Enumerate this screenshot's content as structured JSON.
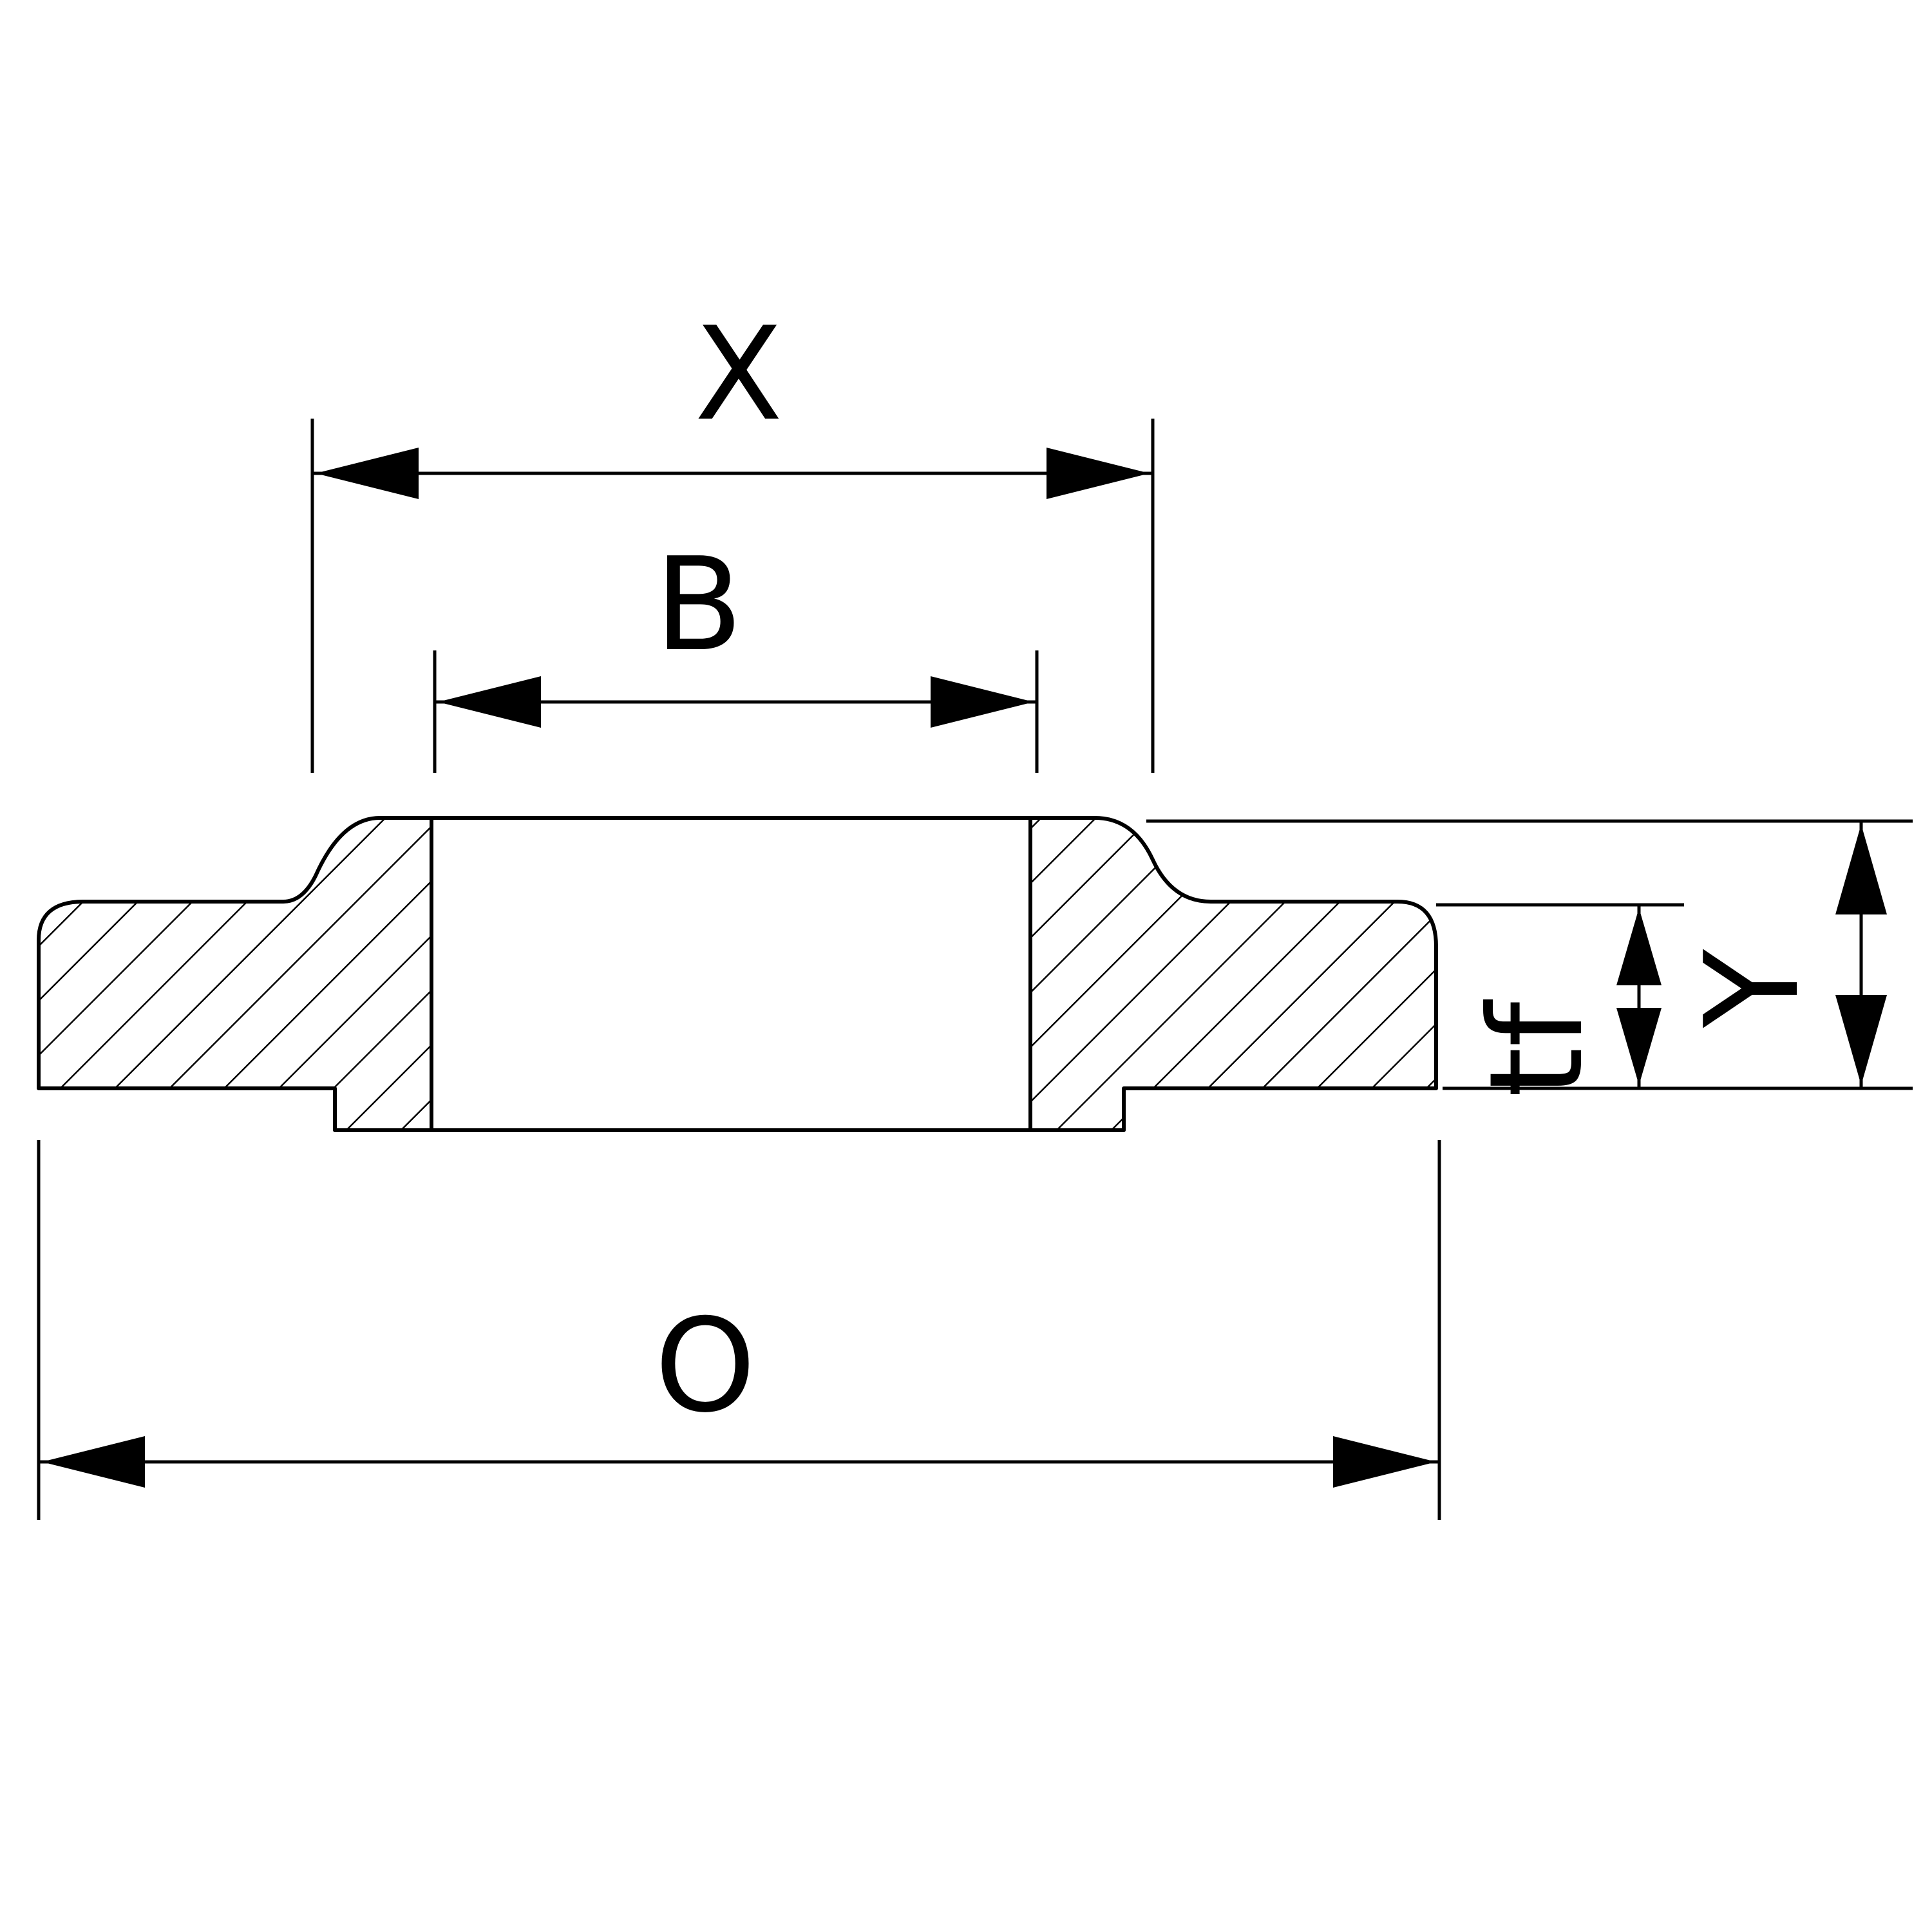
{
  "labels": {
    "x": "X",
    "b": "B",
    "o": "O",
    "y": "Y",
    "tf": "tf"
  },
  "colors": {
    "line": "#000000",
    "background": "#ffffff"
  }
}
